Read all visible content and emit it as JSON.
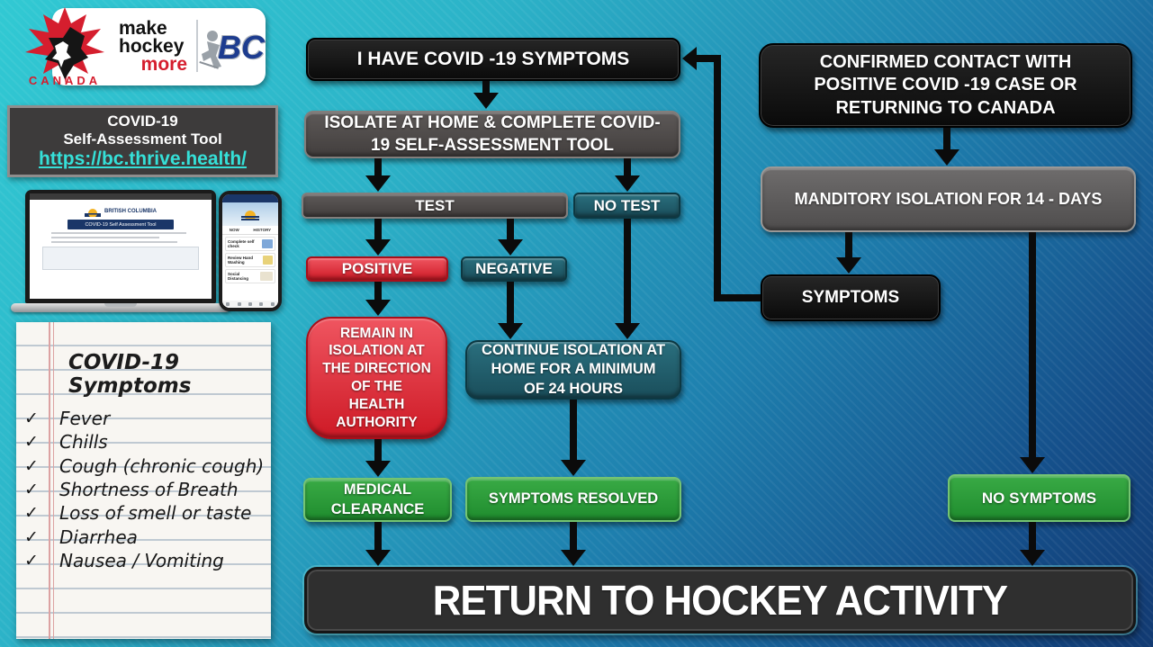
{
  "header": {
    "canada_wordmark": "CANADA",
    "make_line1": "make",
    "make_line2": "hockey",
    "make_line3": "more",
    "bc_logo_text": "BC"
  },
  "tool_box": {
    "title_line1": "COVID-19",
    "title_line2": "Self-Assessment Tool",
    "link": "https://bc.thrive.health/"
  },
  "devices": {
    "laptop": {
      "brand": "BRITISH COLUMBIA",
      "banner": "COVID-19 Self Assessment Tool"
    },
    "phone": {
      "tab_now": "NOW",
      "tab_history": "HISTORY",
      "cards": [
        {
          "label": "Complete self check"
        },
        {
          "label": "Review Hand Washing"
        },
        {
          "label": "Social Distancing"
        }
      ]
    }
  },
  "notepad": {
    "title": "COVID-19 Symptoms",
    "check_glyph": "✓",
    "items": [
      "Fever",
      "Chills",
      "Cough (chronic cough)",
      "Shortness of Breath",
      "Loss of smell or taste",
      "Diarrhea",
      "Nausea / Vomiting"
    ]
  },
  "flowchart": {
    "have_symptoms": "I  HAVE COVID -19 SYMPTOMS",
    "isolate": "ISOLATE AT HOME & COMPLETE COVID-19 SELF-ASSESSMENT TOOL",
    "test": "TEST",
    "no_test": "NO TEST",
    "positive": "POSITIVE",
    "negative": "NEGATIVE",
    "remain": "REMAIN IN ISOLATION AT THE DIRECTION OF THE HEALTH AUTHORITY",
    "continue_isolation": "CONTINUE ISOLATION AT HOME FOR A MINIMUM OF 24 HOURS",
    "medical_clearance": "MEDICAL CLEARANCE",
    "symptoms_resolved": "SYMPTOMS RESOLVED",
    "confirmed_contact": "CONFIRMED CONTACT WITH POSITIVE COVID -19 CASE OR RETURNING TO CANADA",
    "mandatory_isolation": "MANDITORY ISOLATION FOR 14 - DAYS",
    "symptoms": "SYMPTOMS",
    "no_symptoms": "NO SYMPTOMS",
    "return_activity": "RETURN TO HOCKEY ACTIVITY"
  },
  "colors": {
    "background_top": "#31c9d3",
    "background_bottom": "#123a72",
    "node_black": "#0a0a0a",
    "node_gray": "#4f4b4a",
    "node_teal": "#1d5a67",
    "node_red": "#d6202f",
    "node_green": "#2b9c39",
    "link_teal": "#35e0d8",
    "canada_red": "#d51e2e",
    "bc_blue": "#1d3c8f"
  }
}
